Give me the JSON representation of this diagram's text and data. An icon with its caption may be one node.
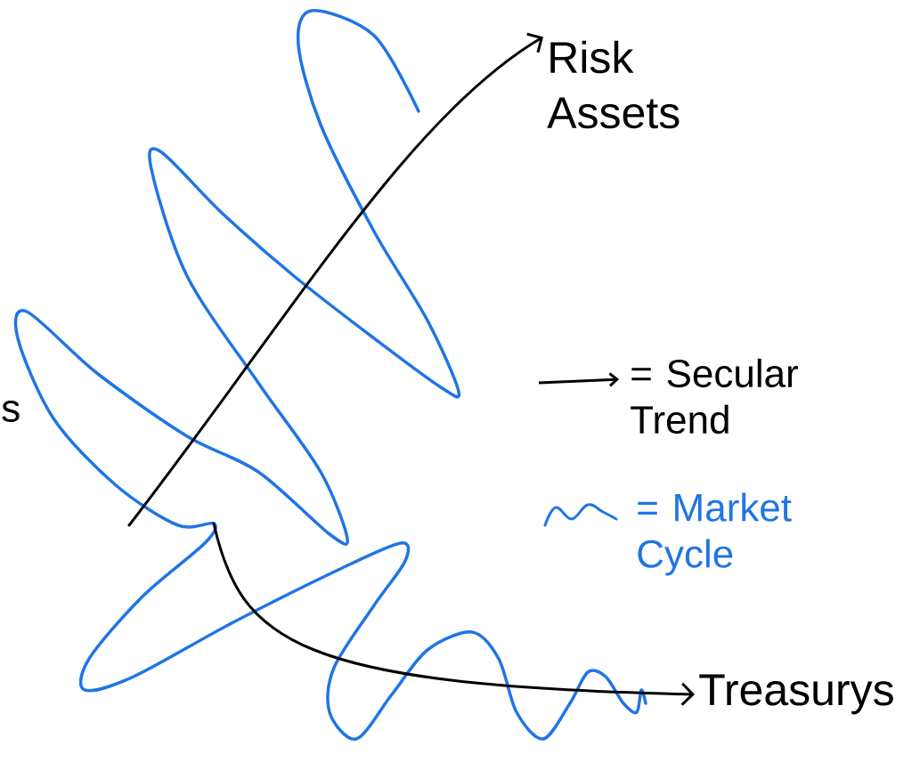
{
  "diagram": {
    "nodes": [
      {
        "text": [
          "Risk Assets"
        ]
      },
      {
        "text": [
          "Treasurys"
        ]
      }
    ],
    "edges": [
      {
        "from": null,
        "to": 0,
        "arrow": "to"
      },
      {
        "from": null,
        "to": 1,
        "arrow": "to"
      }
    ],
    "labels": [
      "s"
    ],
    "legend": [
      {
        "text": "= Secular Trend"
      },
      {
        "text": "= Market Cycle"
      }
    ]
  }
}
